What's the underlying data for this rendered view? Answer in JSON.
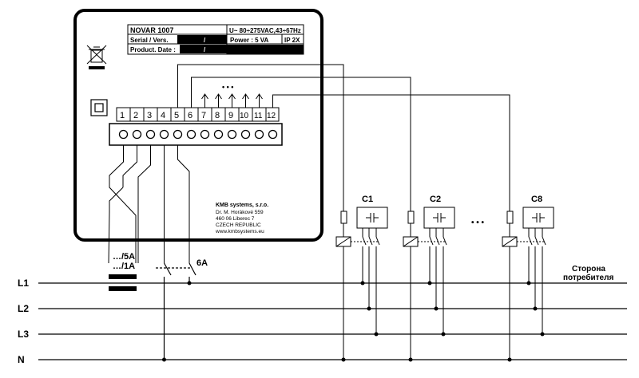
{
  "device": {
    "model": "NOVAR 1007",
    "supply": "U~ 80÷275VAC,43÷67Hz",
    "serial_label": "Serial / Vers.",
    "serial_sep": "/",
    "power": "Power :  5 VA",
    "ip": "IP 2X",
    "product_date_label": "Product. Date :",
    "date_sep": "/",
    "maker": {
      "name": "KMB systems, s.r.o.",
      "street": "Dr. M. Horákové 559",
      "city": "460 06 Liberec 7",
      "country": "CZECH REPUBLIC",
      "web": "www.kmbsystems.eu"
    },
    "terminals": [
      "1",
      "2",
      "3",
      "4",
      "5",
      "6",
      "7",
      "8",
      "9",
      "10",
      "11",
      "12"
    ],
    "ellipsis": "• • •"
  },
  "ct_label_top": "…/5A",
  "ct_label_bottom": "…/1A",
  "fuse_label": "6A",
  "capacitors": [
    "C1",
    "C2",
    "C8"
  ],
  "cap_ellipsis": "• • •",
  "consumer_label": [
    "Сторона",
    "потребителя"
  ],
  "lines": [
    "L1",
    "L2",
    "L3",
    "N"
  ]
}
